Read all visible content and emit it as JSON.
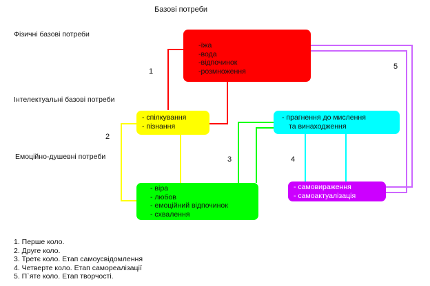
{
  "title": "Базові потреби",
  "side_labels": {
    "physical": "Фізичні базові потреби",
    "intellectual": "Інтелектуальні базові потреби",
    "emotional": "Емоційно-душевні потреби"
  },
  "boxes": {
    "red": {
      "color": "#ff0000",
      "items": [
        "-їжа",
        "-вода",
        "-відпочинок",
        "-розмноження"
      ]
    },
    "yellow": {
      "color": "#ffff00",
      "items": [
        "- спілкування",
        "- пізнання"
      ]
    },
    "cyan": {
      "color": "#00ffff",
      "items": [
        "- прагнення до мислення",
        "та винаходження"
      ]
    },
    "green": {
      "color": "#00ff00",
      "items": [
        "- віра",
        "- любов",
        "- емоційний відпочинок",
        "- схвалення"
      ]
    },
    "purple": {
      "color": "#cc00ff",
      "items": [
        "- самовираження",
        "- самоактуалізація"
      ]
    }
  },
  "circle_numbers": [
    "1",
    "2",
    "3",
    "4",
    "5"
  ],
  "legend": [
    "1. Перше коло.",
    "2. Друге коло.",
    "3. Третє коло. Етап самоусвідомлення",
    "4. Четверте коло. Етап самореалізації",
    "5. П`яте коло. Етап творчості."
  ]
}
